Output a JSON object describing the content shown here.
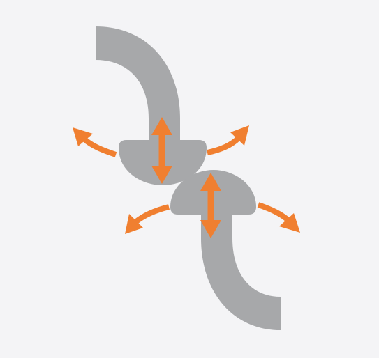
{
  "diagram": {
    "background_color": "#F4F4F6",
    "part_color": "#A7A8AA",
    "arrow_color": "#F07F30",
    "parts": [
      {
        "id": "upper",
        "shape": "curved stem with half-disc head, head facing down"
      },
      {
        "id": "lower",
        "shape": "curved stem with dome head, head facing up"
      }
    ],
    "arrows": [
      {
        "kind": "double-headed",
        "orientation": "vertical",
        "on": "upper"
      },
      {
        "kind": "double-headed",
        "orientation": "vertical",
        "on": "lower"
      },
      {
        "kind": "curved",
        "direction": "up-left",
        "on": "upper"
      },
      {
        "kind": "curved",
        "direction": "up-right",
        "on": "upper"
      },
      {
        "kind": "curved",
        "direction": "down-left",
        "on": "lower"
      },
      {
        "kind": "curved",
        "direction": "down-right",
        "on": "lower"
      }
    ]
  }
}
